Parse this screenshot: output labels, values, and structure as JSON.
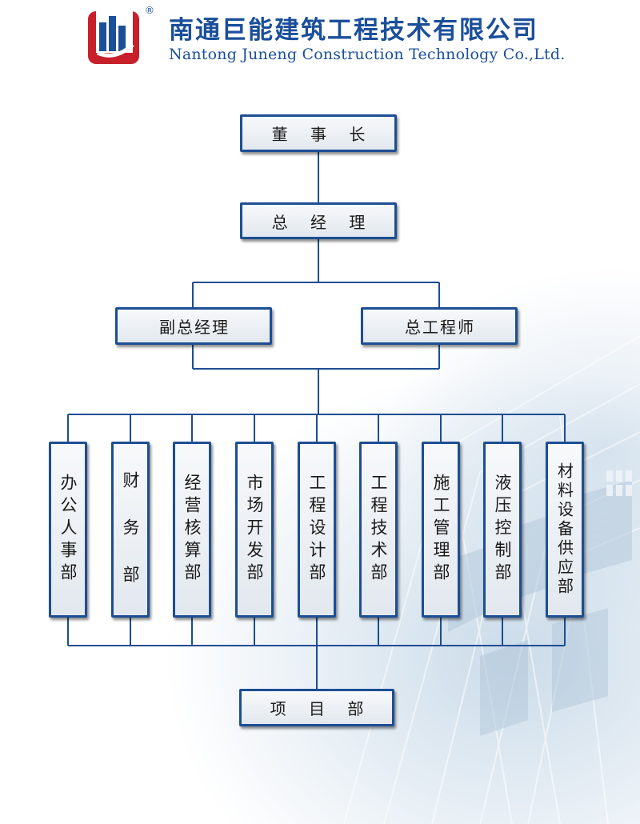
{
  "header": {
    "company_name_cn": "南通巨能建筑工程技术有限公司",
    "company_name_en": "Nantong Juneng Construction Technology Co.,Ltd.",
    "registered_mark": "®"
  },
  "colors": {
    "brand_blue": "#1b4f9a",
    "logo_red": "#c8202a",
    "line_blue": "#1c4e93"
  },
  "org": {
    "chairman": "董 事 长",
    "general_manager": "总 经 理",
    "deputy_gm": "副总经理",
    "chief_engineer": "总工程师",
    "departments": [
      "办公人事部",
      "财 务 部",
      "经营核算部",
      "市场开发部",
      "工程设计部",
      "工程技术部",
      "施工管理部",
      "液压控制部",
      "材料设备供应部"
    ],
    "project_dept": "项 目 部"
  }
}
